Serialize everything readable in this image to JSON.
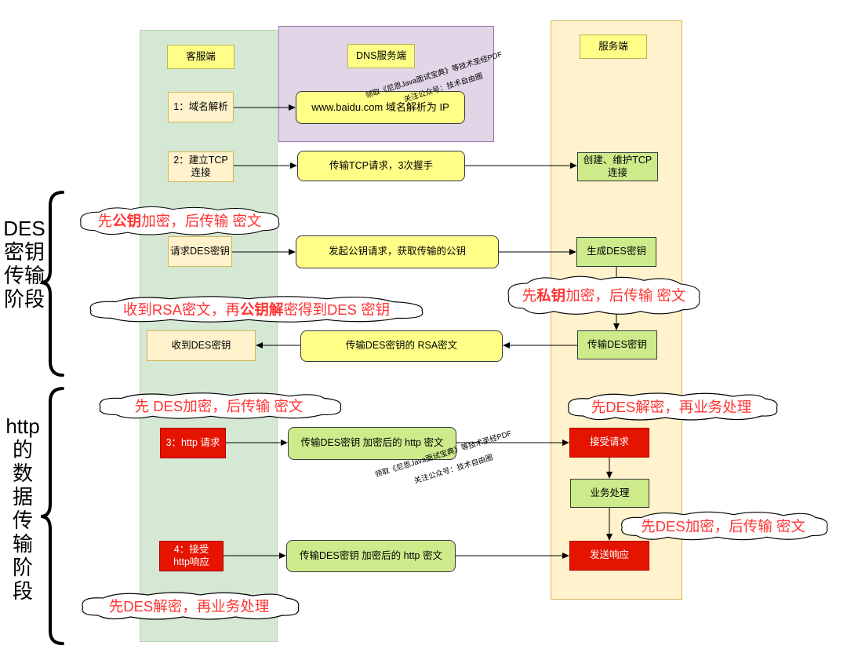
{
  "lanes": {
    "client": "客服端",
    "dns": "DNS服务端",
    "server": "服务端"
  },
  "phases": {
    "des_transfer": [
      "DES",
      "密钥",
      "传输",
      "阶段"
    ],
    "http_transfer": [
      "http",
      "的",
      "数",
      "据",
      "传",
      "输",
      "阶",
      "段"
    ]
  },
  "nodes": {
    "dns_resolve": "1：域名解析",
    "dns_result": "www.baidu.com 域名解析为 IP",
    "tcp_setup": "2：建立TCP连接",
    "tcp_transfer": "传输TCP请求，3次握手",
    "tcp_server": "创建、维护TCP连接",
    "request_des_key": "请求DES密钥",
    "public_key_request": "发起公钥请求，获取传输的公钥",
    "generate_des_key": "生成DES密钥",
    "receive_des_key": "收到DES密钥",
    "des_rsa_transfer": "传输DES密钥的 RSA密文",
    "transfer_des_key": "传输DES密钥",
    "http_request": "3：http 请求",
    "http_request_transfer": "传输DES密钥 加密后的 http 密文",
    "accept_request": "接受请求",
    "business_processing": "业务处理",
    "http_response_receive": "4：接受http响应",
    "http_response_transfer": "传输DES密钥 加密后的 http 密文",
    "send_response": "发送响应"
  },
  "clouds": {
    "public_key_encrypt": {
      "pre": "先",
      "bold": "公钥",
      "post": "加密，后传输 密文"
    },
    "private_key_encrypt": {
      "pre": "先",
      "bold": "私钥",
      "post": "加密，后传输 密文"
    },
    "rsa_decrypt": {
      "pre": "收到RSA密文，再",
      "bold": "公钥解",
      "post": "密得到DES 密钥"
    },
    "des_encrypt_client": {
      "pre": "先 DES加密，后传输 密文",
      "bold": "",
      "post": ""
    },
    "des_decrypt_server": {
      "pre": "先DES解密，再业务处理",
      "bold": "",
      "post": ""
    },
    "des_encrypt_server": {
      "pre": "先DES加密，后传输 密文",
      "bold": "",
      "post": ""
    },
    "des_decrypt_client": {
      "pre": "先DES解密，再业务处理",
      "bold": "",
      "post": ""
    }
  },
  "watermarks": {
    "book": "领取《尼恩Java面试宝典》等技术圣经PDF",
    "account": "关注公众号：技术自由圈"
  },
  "colors": {
    "client_lane": "#d5e8d4",
    "dns_lane": "#e1d5e7",
    "server_lane": "#fff2cc",
    "yellow_node": "#ffff88",
    "green_node": "#cdeb8b",
    "red_node": "#e51400",
    "cloud_text": "#ff3333"
  }
}
